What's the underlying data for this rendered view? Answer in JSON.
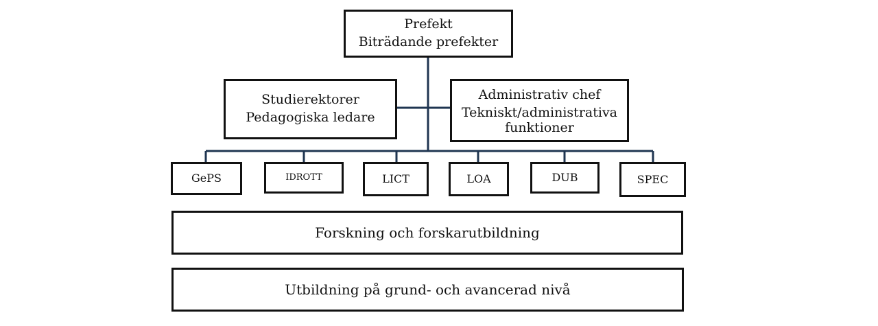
{
  "top": {
    "line1": "Prefekt",
    "line2": "Biträdande prefekter"
  },
  "left_mid": {
    "line1": "Studierektorer",
    "line2": "Pedagogiska ledare"
  },
  "right_mid": {
    "line1": "Administrativ chef",
    "line2": "Tekniskt/administrativa",
    "line3": "funktioner"
  },
  "departments": [
    "GePS",
    "IDROTT",
    "LICT",
    "LOA",
    "DUB",
    "SPEC"
  ],
  "research": "Forskning och forskarutbildning",
  "education": "Utbildning på grund- och avancerad nivå",
  "colors": {
    "connector": "#1f3551",
    "border": "#111111"
  }
}
